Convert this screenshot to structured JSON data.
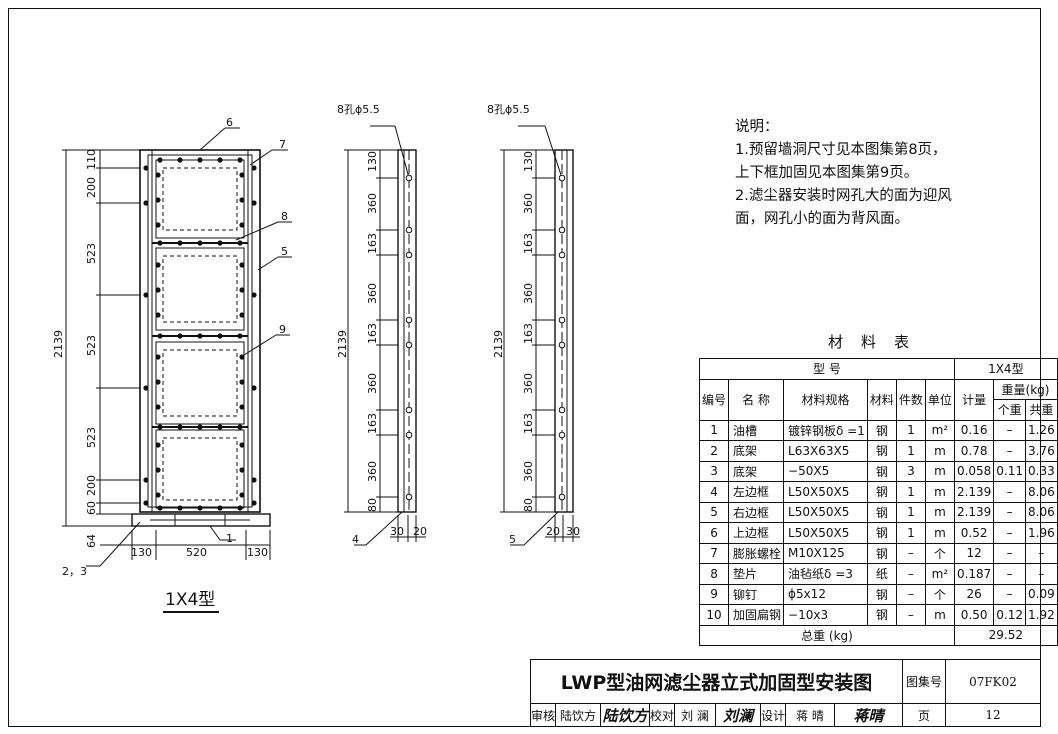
{
  "views": {
    "front": {
      "title": "1X4型",
      "overall_height": "2139",
      "left_dims": [
        "110",
        "200",
        "523",
        "523",
        "523",
        "200",
        "60"
      ],
      "bottom_left_dim": "64",
      "bottom_dims": [
        "130",
        "520",
        "130"
      ],
      "callouts": [
        "6",
        "7",
        "8",
        "5",
        "9",
        "1",
        "2，3"
      ]
    },
    "side_left": {
      "hole_note": "8孔ϕ5.5",
      "overall_height": "2139",
      "dims": [
        "130",
        "360",
        "163",
        "360",
        "163",
        "360",
        "163",
        "360",
        "80"
      ],
      "bottom_dims": [
        "30",
        "20"
      ],
      "callout": "4"
    },
    "side_right": {
      "hole_note": "8孔ϕ5.5",
      "overall_height": "2139",
      "dims": [
        "130",
        "360",
        "163",
        "360",
        "163",
        "360",
        "163",
        "360",
        "80"
      ],
      "bottom_dims": [
        "20",
        "30"
      ],
      "callout": "5"
    }
  },
  "notes": {
    "heading": "说明：",
    "lines": [
      "1.预留墙洞尺寸见本图集第8页，",
      "上下框加固见本图集第9页。",
      "2.滤尘器安装时网孔大的面为迎风",
      "面，网孔小的面为背风面。"
    ]
  },
  "material_table": {
    "title": "材料表",
    "header": {
      "model": "型 号",
      "type_label": "1X4型",
      "no": "编号",
      "name": "名 称",
      "spec": "材料规格",
      "material": "材料",
      "qty": "件数",
      "unit": "单位",
      "count": "计量",
      "weight": "重量(kg)",
      "each": "个重",
      "total": "共重"
    },
    "rows": [
      {
        "no": "1",
        "name": "油槽",
        "spec": "镀锌钢板δ =1",
        "mat": "钢",
        "qty": "1",
        "unit": "m²",
        "count": "0.16",
        "each": "–",
        "total": "1.26"
      },
      {
        "no": "2",
        "name": "底架",
        "spec": "L63X63X5",
        "mat": "钢",
        "qty": "1",
        "unit": "m",
        "count": "0.78",
        "each": "–",
        "total": "3.76"
      },
      {
        "no": "3",
        "name": "底架",
        "spec": "−50X5",
        "mat": "钢",
        "qty": "3",
        "unit": "m",
        "count": "0.058",
        "each": "0.11",
        "total": "0.33"
      },
      {
        "no": "4",
        "name": "左边框",
        "spec": "L50X50X5",
        "mat": "钢",
        "qty": "1",
        "unit": "m",
        "count": "2.139",
        "each": "–",
        "total": "8.06"
      },
      {
        "no": "5",
        "name": "右边框",
        "spec": "L50X50X5",
        "mat": "钢",
        "qty": "1",
        "unit": "m",
        "count": "2.139",
        "each": "–",
        "total": "8.06"
      },
      {
        "no": "6",
        "name": "上边框",
        "spec": "L50X50X5",
        "mat": "钢",
        "qty": "1",
        "unit": "m",
        "count": "0.52",
        "each": "–",
        "total": "1.96"
      },
      {
        "no": "7",
        "name": "膨胀螺栓",
        "spec": "M10X125",
        "mat": "钢",
        "qty": "–",
        "unit": "个",
        "count": "12",
        "each": "–",
        "total": "–"
      },
      {
        "no": "8",
        "name": "垫片",
        "spec": "油毡纸δ =3",
        "mat": "纸",
        "qty": "–",
        "unit": "m²",
        "count": "0.187",
        "each": "–",
        "total": "–"
      },
      {
        "no": "9",
        "name": "铆钉",
        "spec": "ϕ5x12",
        "mat": "钢",
        "qty": "–",
        "unit": "个",
        "count": "26",
        "each": "–",
        "total": "0.09"
      },
      {
        "no": "10",
        "name": "加固扁钢",
        "spec": "−10x3",
        "mat": "钢",
        "qty": "–",
        "unit": "m",
        "count": "0.50",
        "each": "0.12",
        "total": "1.92"
      }
    ],
    "total_label": "总重 (kg)",
    "total_value": "29.52"
  },
  "title_block": {
    "drawing_title": "LWP型油网滤尘器立式加固型安装图",
    "atlas_label": "图集号",
    "atlas_no": "07FK02",
    "review_label": "审核",
    "reviewer": "陆饮方",
    "check_label": "校对",
    "checker": "刘 澜",
    "design_label": "设计",
    "designer": "蒋 晴",
    "page_label": "页",
    "page_no": "12"
  }
}
